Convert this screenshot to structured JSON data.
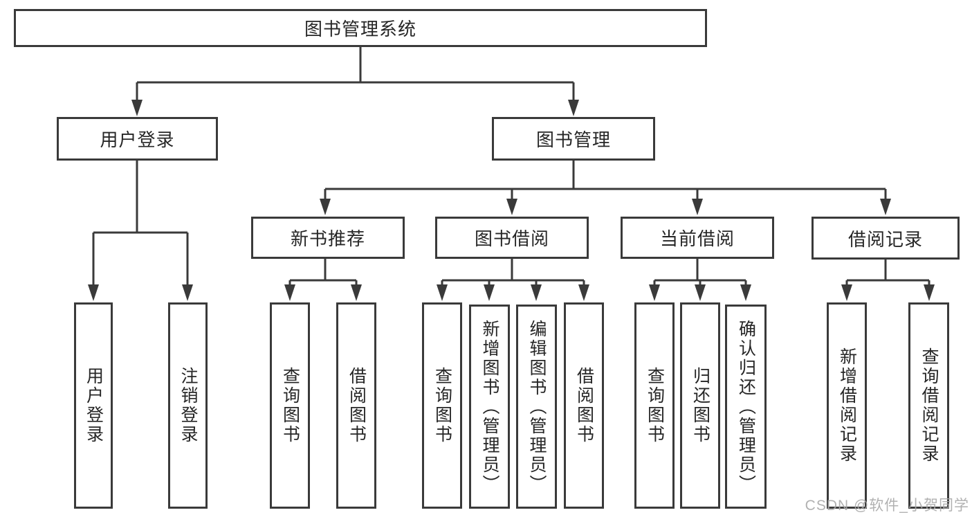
{
  "diagram": {
    "root": {
      "label": "图书管理系统"
    },
    "branches": [
      {
        "label": "用户登录",
        "children": [
          {
            "label": "用户登录"
          },
          {
            "label": "注销登录"
          }
        ]
      },
      {
        "label": "图书管理",
        "children": [
          {
            "label": "新书推荐",
            "children": [
              {
                "label": "查询图书"
              },
              {
                "label": "借阅图书"
              }
            ]
          },
          {
            "label": "图书借阅",
            "children": [
              {
                "label": "查询图书"
              },
              {
                "label": "新增图书（管理员）"
              },
              {
                "label": "编辑图书（管理员）"
              },
              {
                "label": "借阅图书"
              }
            ]
          },
          {
            "label": "当前借阅",
            "children": [
              {
                "label": "查询图书"
              },
              {
                "label": "归还图书"
              },
              {
                "label": "确认归还（管理员）"
              }
            ]
          },
          {
            "label": "借阅记录",
            "children": [
              {
                "label": "新增借阅记录"
              },
              {
                "label": "查询借阅记录"
              }
            ]
          }
        ]
      }
    ]
  },
  "watermark": {
    "text": "CSDN @软件_小贺同学"
  },
  "colors": {
    "line": "#3a3a3a",
    "box_border": "#3a3a3a",
    "text": "#262626",
    "watermark": "#a9a9a9",
    "background": "#ffffff"
  }
}
